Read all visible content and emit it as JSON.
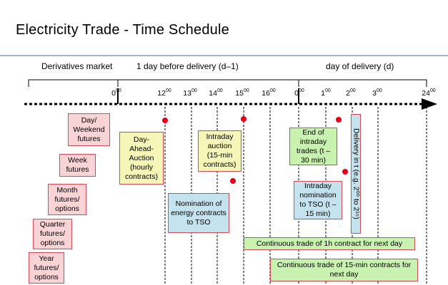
{
  "title": "Electricity Trade - Time Schedule",
  "sections": {
    "derivatives": "Derivatives market",
    "day_before": "1 day before delivery (d–1)",
    "day_of": "day of delivery (d)"
  },
  "ticks": [
    {
      "hour": "0",
      "sup": "00"
    },
    {
      "hour": "12",
      "sup": "00"
    },
    {
      "hour": "13",
      "sup": "00"
    },
    {
      "hour": "14",
      "sup": "00"
    },
    {
      "hour": "15",
      "sup": "00"
    },
    {
      "hour": "16",
      "sup": "00"
    },
    {
      "hour": "0",
      "sup": "00"
    },
    {
      "hour": "1",
      "sup": "00"
    },
    {
      "hour": "2",
      "sup": "00"
    },
    {
      "hour": "3",
      "sup": "00"
    },
    {
      "hour": "24",
      "sup": "00"
    }
  ],
  "boxes": {
    "day_weekend": "Day/ Weekend futures",
    "week": "Week futures",
    "month": "Month futures/ options",
    "quarter": "Quarter futures/ options",
    "year": "Year futures/ options",
    "day_ahead": "Day-Ahead-Auction (hourly contracts)",
    "intraday_auction": "Intraday auction (15-min contracts)",
    "nomination_energy": "Nomination of energy contracts to TSO",
    "end_intraday": "End of intraday trades (t – 30 min)",
    "intraday_nomination": "Intraday nomination to TSO (t – 15 min)",
    "delivery": "Delivery in t (e.g. 2⁰⁰ to 2¹⁵)",
    "continuous_1h": "Continuous trade of 1h contract for next day",
    "continuous_15min": "Continuous trade of 15-min contracts for next day"
  },
  "colors": {
    "derivative_boxes": "#f9d4d6",
    "auction_box": "#f6f6b8",
    "trade_boxes": "#c9f2b1",
    "nomination_boxes": "#c4e3ee",
    "border_red": "#d24a57",
    "event_dot": "#e8001a",
    "title_rule": "#9db7d3"
  },
  "icons": [
    "event-dot",
    "timeline-arrow"
  ]
}
